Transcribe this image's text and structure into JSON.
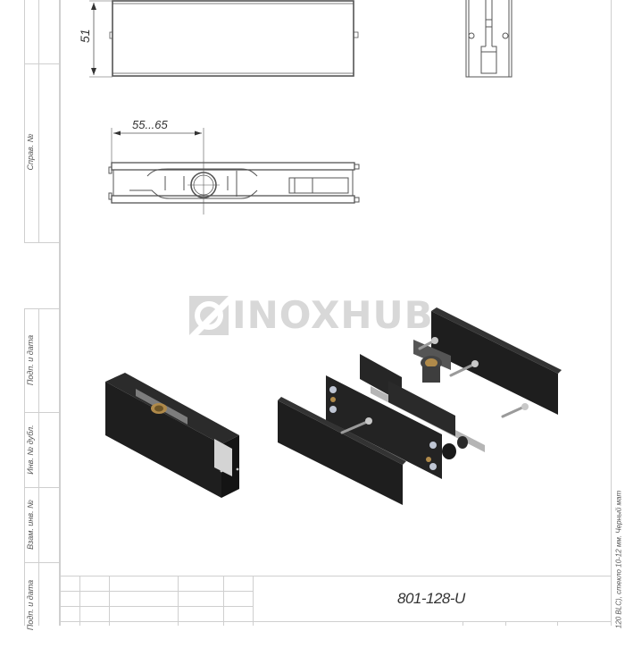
{
  "drawing": {
    "designation": "801-128-U",
    "side_note": "120 BLC), стекло 10-12 мм. Черный мат",
    "watermark": "INOXHUB",
    "colors": {
      "frame": "#cfcfcf",
      "line": "#555555",
      "part_black": "#1e1e1e",
      "bronze": "#b08a4a",
      "steel": "#b5b5b5",
      "watermark": "#d8d8d8"
    }
  },
  "side_stamp": {
    "cells": [
      {
        "label": "Справ. №"
      },
      {
        "label": "Подп. и дата"
      },
      {
        "label": "Инв. № дубл."
      },
      {
        "label": "Взам. инв. №"
      },
      {
        "label": "Подп. и дата"
      }
    ]
  },
  "views": {
    "front": {
      "dimension_label": "51"
    },
    "side": {},
    "top": {
      "dimension_label": "55...65"
    },
    "isometric_assembled": {},
    "isometric_exploded": {}
  },
  "title_block": {
    "rows": 3,
    "columns": 5
  }
}
